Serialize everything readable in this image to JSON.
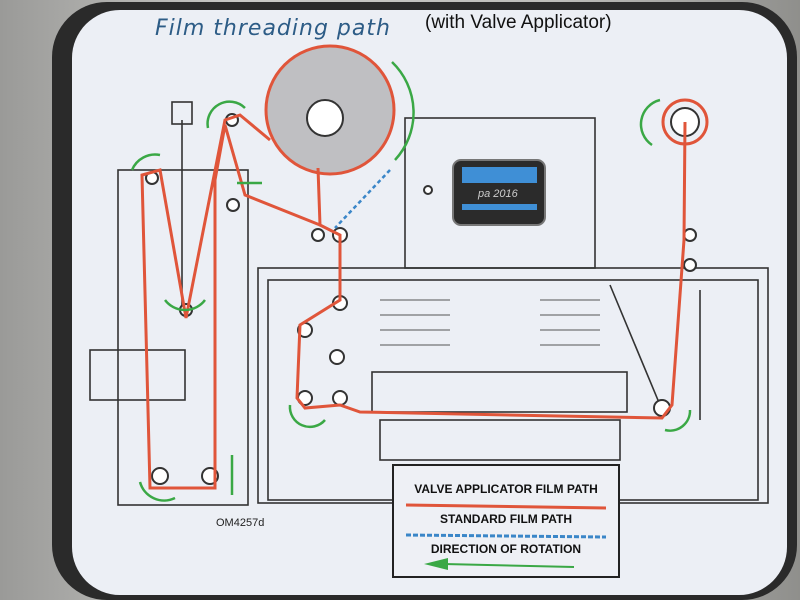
{
  "title": "Film threading path",
  "subtitle": "(with Valve Applicator)",
  "drawing_code": "OM4257d",
  "screen_label": "pa 2016",
  "legend": {
    "items": [
      {
        "label": "VALVE APPLICATOR FILM PATH",
        "style": "solid",
        "color": "#e0553a"
      },
      {
        "label": "STANDARD FILM PATH",
        "style": "dashed",
        "color": "#3a86c8"
      },
      {
        "label": "DIRECTION OF ROTATION",
        "style": "arrow",
        "color": "#3aa845"
      }
    ]
  },
  "colors": {
    "valve_path": "#e0553a",
    "standard_path": "#3a86c8",
    "rotation": "#3aa845",
    "line_art": "#333333",
    "panel": "#eceff5"
  }
}
